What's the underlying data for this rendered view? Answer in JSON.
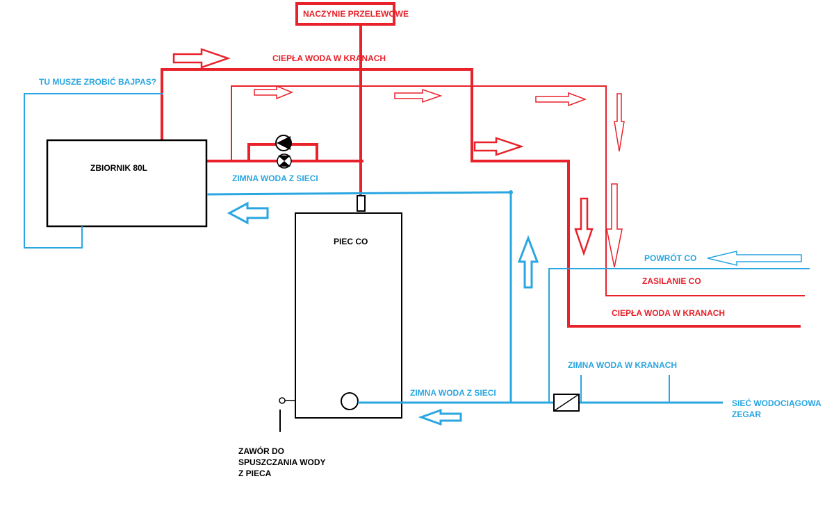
{
  "labels": {
    "expansion_vessel": "NACZYNIE PRZELEWOWE",
    "hot_water_top": "CIEPŁA WODA W KRANACH",
    "bypass_note": "TU MUSZE ZROBIĆ BAJPAS?",
    "tank": "ZBIORNIK 80L",
    "cold_from_mains_upper": "ZIMNA WODA Z SIECI",
    "boiler": "PIEC CO",
    "return_co": "POWRÓT CO",
    "supply_co": "ZASILANIE CO",
    "hot_water_right": "CIEPŁA WODA W KRANACH",
    "cold_water_taps": "ZIMNA WODA W KRANACH",
    "cold_from_mains_lower": "ZIMNA WODA Z SIECI",
    "mains_network": "SIEĆ WODOCIĄGOWA",
    "meter": "ZEGAR",
    "drain_valve_line1": "ZAWÓR DO",
    "drain_valve_line2": "SPUSZCZANIA WODY",
    "drain_valve_line3": "Z PIECA"
  },
  "colors": {
    "hot": "#e8212a",
    "cold": "#2aa6e0",
    "equipment": "#000000"
  },
  "icons": {
    "pump": "pump-icon",
    "valve": "valve-icon",
    "meter": "water-meter-icon",
    "drain": "drain-valve-icon"
  }
}
